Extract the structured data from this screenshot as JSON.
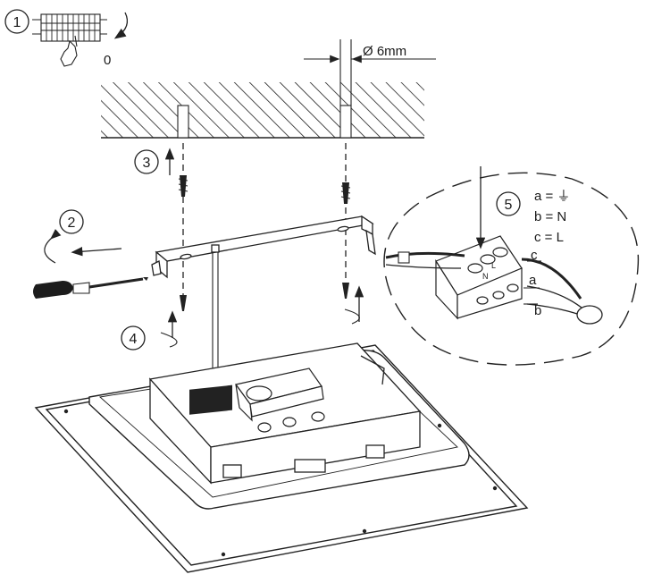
{
  "steps": {
    "step1": "1",
    "step2": "2",
    "step3": "3",
    "step4": "4",
    "step5": "5"
  },
  "switch_position": "0",
  "drill_diameter": "Ø 6mm",
  "wiring_legend": {
    "a": "a = ⏚",
    "b": "b = N",
    "c": "c = L"
  },
  "wire_labels": {
    "a": "a",
    "b": "b",
    "c": "c"
  },
  "terminal_labels": {
    "L": "L",
    "N": "N"
  },
  "icons": [
    "hand-icon",
    "screwdriver-icon",
    "rotate-arrow-icon",
    "earth-ground-icon"
  ]
}
